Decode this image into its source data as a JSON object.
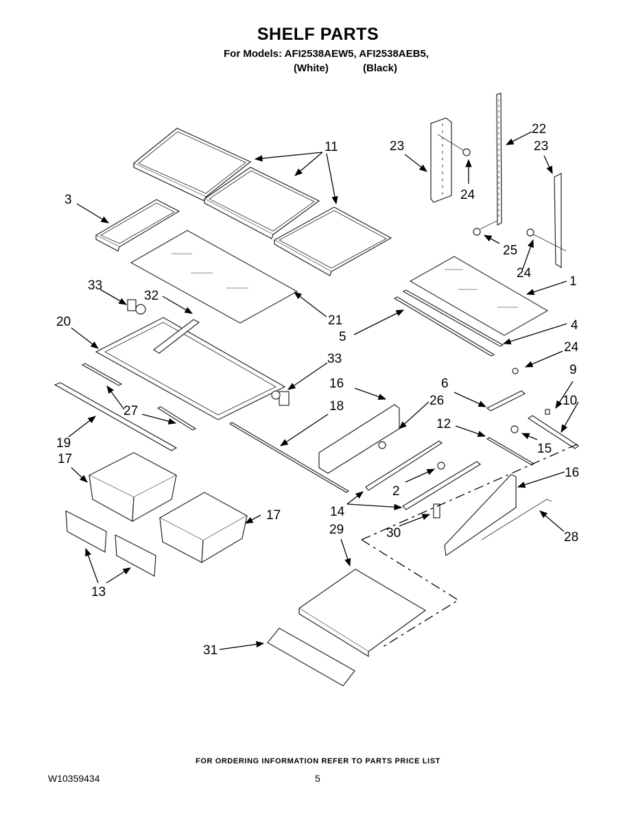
{
  "header": {
    "title": "SHELF PARTS",
    "subtitle": "For Models: AFI2538AEW5, AFI2538AEB5,",
    "variants": [
      "(White)",
      "(Black)"
    ]
  },
  "callouts": [
    {
      "id": "c1",
      "label": "1"
    },
    {
      "id": "c2",
      "label": "2"
    },
    {
      "id": "c3",
      "label": "3"
    },
    {
      "id": "c4",
      "label": "4"
    },
    {
      "id": "c5",
      "label": "5"
    },
    {
      "id": "c6",
      "label": "6"
    },
    {
      "id": "c9",
      "label": "9"
    },
    {
      "id": "c10",
      "label": "10"
    },
    {
      "id": "c11",
      "label": "11"
    },
    {
      "id": "c12",
      "label": "12"
    },
    {
      "id": "c13",
      "label": "13"
    },
    {
      "id": "c14",
      "label": "14"
    },
    {
      "id": "c15",
      "label": "15"
    },
    {
      "id": "c16a",
      "label": "16"
    },
    {
      "id": "c16b",
      "label": "16"
    },
    {
      "id": "c17a",
      "label": "17"
    },
    {
      "id": "c17b",
      "label": "17"
    },
    {
      "id": "c18",
      "label": "18"
    },
    {
      "id": "c19",
      "label": "19"
    },
    {
      "id": "c20",
      "label": "20"
    },
    {
      "id": "c21",
      "label": "21"
    },
    {
      "id": "c22",
      "label": "22"
    },
    {
      "id": "c23a",
      "label": "23"
    },
    {
      "id": "c23b",
      "label": "23"
    },
    {
      "id": "c24a",
      "label": "24"
    },
    {
      "id": "c24b",
      "label": "24"
    },
    {
      "id": "c24c",
      "label": "24"
    },
    {
      "id": "c25",
      "label": "25"
    },
    {
      "id": "c26",
      "label": "26"
    },
    {
      "id": "c27",
      "label": "27"
    },
    {
      "id": "c28",
      "label": "28"
    },
    {
      "id": "c29",
      "label": "29"
    },
    {
      "id": "c30",
      "label": "30"
    },
    {
      "id": "c31",
      "label": "31"
    },
    {
      "id": "c32",
      "label": "32"
    },
    {
      "id": "c33a",
      "label": "33"
    },
    {
      "id": "c33b",
      "label": "33"
    }
  ],
  "footer": {
    "note": "FOR ORDERING INFORMATION REFER TO PARTS PRICE LIST",
    "doc_number": "W10359434",
    "page_number": "5"
  }
}
